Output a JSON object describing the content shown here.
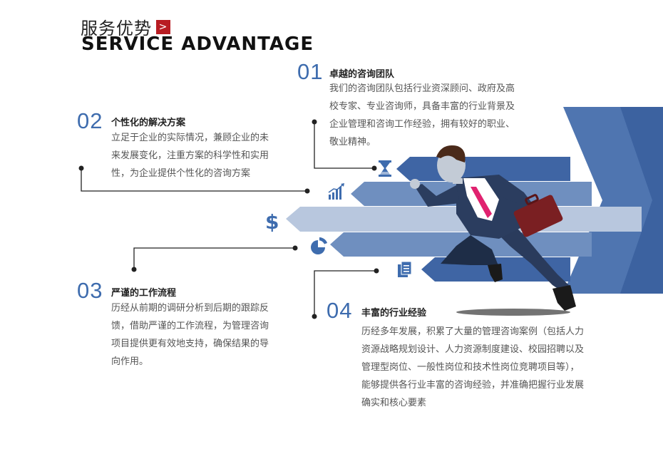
{
  "header": {
    "title_cn": "服务优势",
    "badge": ">",
    "title_en": "SERVICE ADVANTAGE"
  },
  "items": [
    {
      "number": "01",
      "title": "卓越的咨询团队",
      "lines": [
        "我们的咨询团队包括行业资深顾问、政府及高",
        "校专家、专业咨询师，具备丰富的行业背景及",
        "企业管理和咨询工作经验，拥有较好的职业、",
        "敬业精神。"
      ],
      "icon": "hourglass-icon"
    },
    {
      "number": "02",
      "title": "个性化的解决方案",
      "lines": [
        "立足于企业的实际情况，兼顾企业的未",
        "来发展变化，注重方案的科学性和实用",
        "性，为企业提供个性化的咨询方案"
      ],
      "icon": "bar-chart-icon"
    },
    {
      "number": "03",
      "title": "严谨的工作流程",
      "lines": [
        "历经从前期的调研分析到后期的跟踪反",
        "馈，借助严谨的工作流程，为管理咨询",
        "项目提供更有效地支持，确保结果的导",
        "向作用。"
      ],
      "icon": "pie-chart-icon"
    },
    {
      "number": "04",
      "title": "丰富的行业经验",
      "lines": [
        "历经多年发展，积累了大量的管理咨询案例（包括人力",
        "资源战略规划设计、人力资源制度建设、校园招聘以及",
        "管理型岗位、一般性岗位和技术性岗位竞聘项目等），",
        "能够提供各行业丰富的咨询经验，并准确把握行业发展",
        "确实和核心要素"
      ],
      "icon": "documents-icon"
    }
  ],
  "dollar_icon": "$",
  "colors": {
    "accent_blue": "#3e6cae",
    "arrow_dark": "#4a6fa5",
    "arrow_mid": "#6f8fbf",
    "arrow_light": "#b8c7de",
    "badge_red": "#b81c22",
    "briefcase": "#7a1f22",
    "tie": "#e0226f"
  }
}
